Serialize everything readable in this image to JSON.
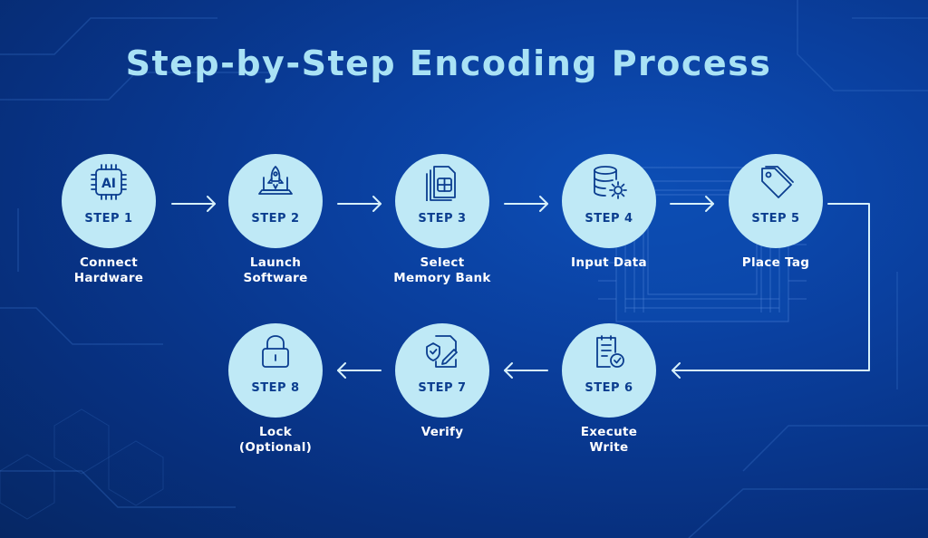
{
  "title": "Step-by-Step Encoding Process",
  "colors": {
    "background": "#0a3f9e",
    "circle": "#bfe9f6",
    "icon": "#0b3d8f",
    "title": "#a9e2f5",
    "connector": "#d7f1fb"
  },
  "steps": [
    {
      "number": "STEP 1",
      "label": [
        "Connect",
        "Hardware"
      ],
      "icon": "ai-chip-icon"
    },
    {
      "number": "STEP 2",
      "label": [
        "Launch",
        "Software"
      ],
      "icon": "rocket-laptop-icon"
    },
    {
      "number": "STEP 3",
      "label": [
        "Select",
        "Memory Bank"
      ],
      "icon": "sim-card-icon"
    },
    {
      "number": "STEP 4",
      "label": [
        "Input Data"
      ],
      "icon": "database-gear-icon"
    },
    {
      "number": "STEP 5",
      "label": [
        "Place Tag"
      ],
      "icon": "tag-icon"
    },
    {
      "number": "STEP 6",
      "label": [
        "Execute",
        "Write"
      ],
      "icon": "document-check-icon"
    },
    {
      "number": "STEP 7",
      "label": [
        "Verify"
      ],
      "icon": "shield-doc-pen-icon"
    },
    {
      "number": "STEP 8",
      "label": [
        "Lock",
        "(Optional)"
      ],
      "icon": "padlock-icon"
    }
  ]
}
